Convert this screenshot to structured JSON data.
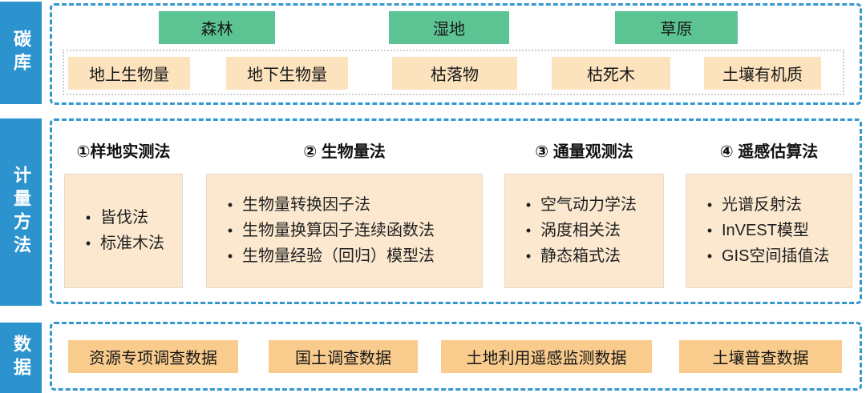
{
  "ui": {
    "bullet": "•"
  },
  "colors": {
    "sidebar_blue": "#2d93ce",
    "dashed_border_blue": "#3397cf",
    "ecosystem_green": "#5cc493",
    "pool_tan": "#fce3be",
    "card_tan": "#fbe8cf",
    "dataset_orange": "#f9cc8e"
  },
  "sections": {
    "carbon_pools": {
      "side_label": "碳库",
      "ecosystems": [
        "森林",
        "湿地",
        "草原"
      ],
      "pools": [
        "地上生物量",
        "地下生物量",
        "枯落物",
        "枯死木",
        "土壤有机质"
      ]
    },
    "methods": {
      "side_label": "计量方法",
      "groups": [
        {
          "title": "①样地实测法",
          "items": [
            "皆伐法",
            "标准木法"
          ]
        },
        {
          "title": "② 生物量法",
          "items": [
            "生物量转换因子法",
            "生物量换算因子连续函数法",
            "生物量经验（回归）模型法"
          ]
        },
        {
          "title": "③ 通量观测法",
          "items": [
            "空气动力学法",
            "涡度相关法",
            "静态箱式法"
          ]
        },
        {
          "title": "④ 遥感估算法",
          "items": [
            "光谱反射法",
            "InVEST模型",
            "GIS空间插值法"
          ]
        }
      ]
    },
    "data": {
      "side_label": "数据",
      "datasets": [
        "资源专项调查数据",
        "国土调查数据",
        "土地利用遥感监测数据",
        "土壤普查数据"
      ]
    }
  }
}
